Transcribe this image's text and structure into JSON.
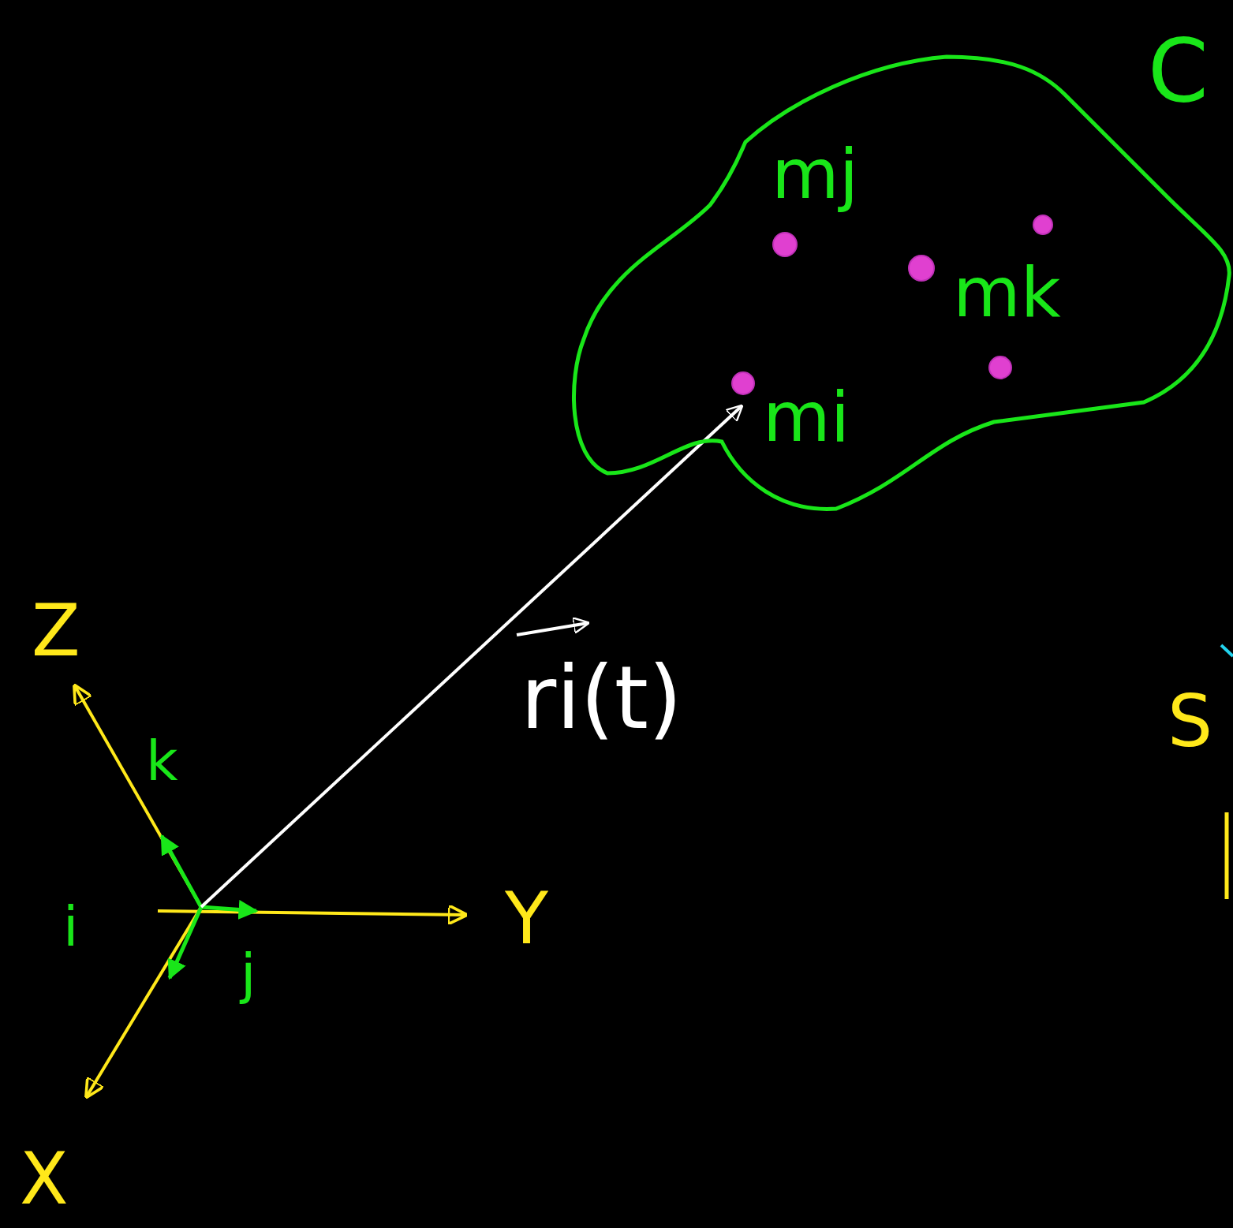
{
  "diagram": {
    "nodes": [
      {
        "text": [
          "mj",
          "mk",
          "mi"
        ]
      }
    ],
    "labels": [
      "Z",
      "Y",
      "X",
      "k",
      "i",
      "j",
      "ri(t)",
      "C",
      "S"
    ]
  }
}
